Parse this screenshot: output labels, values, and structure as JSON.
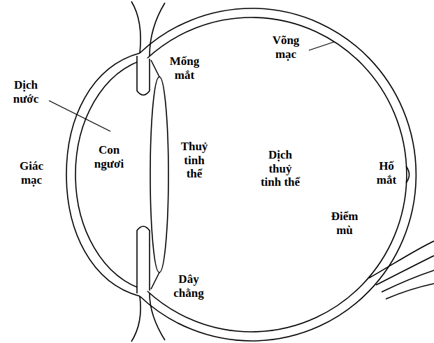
{
  "diagram": {
    "labels": [
      "Dịch nước",
      "Giác mạc",
      "Con ngươi",
      "Mống mắt",
      "Thuỷ tinh thể",
      "Dây chằng",
      "Võng mạc",
      "Dịch thuỷ tinh thể",
      "Hố mắt",
      "Điểm mù"
    ]
  }
}
